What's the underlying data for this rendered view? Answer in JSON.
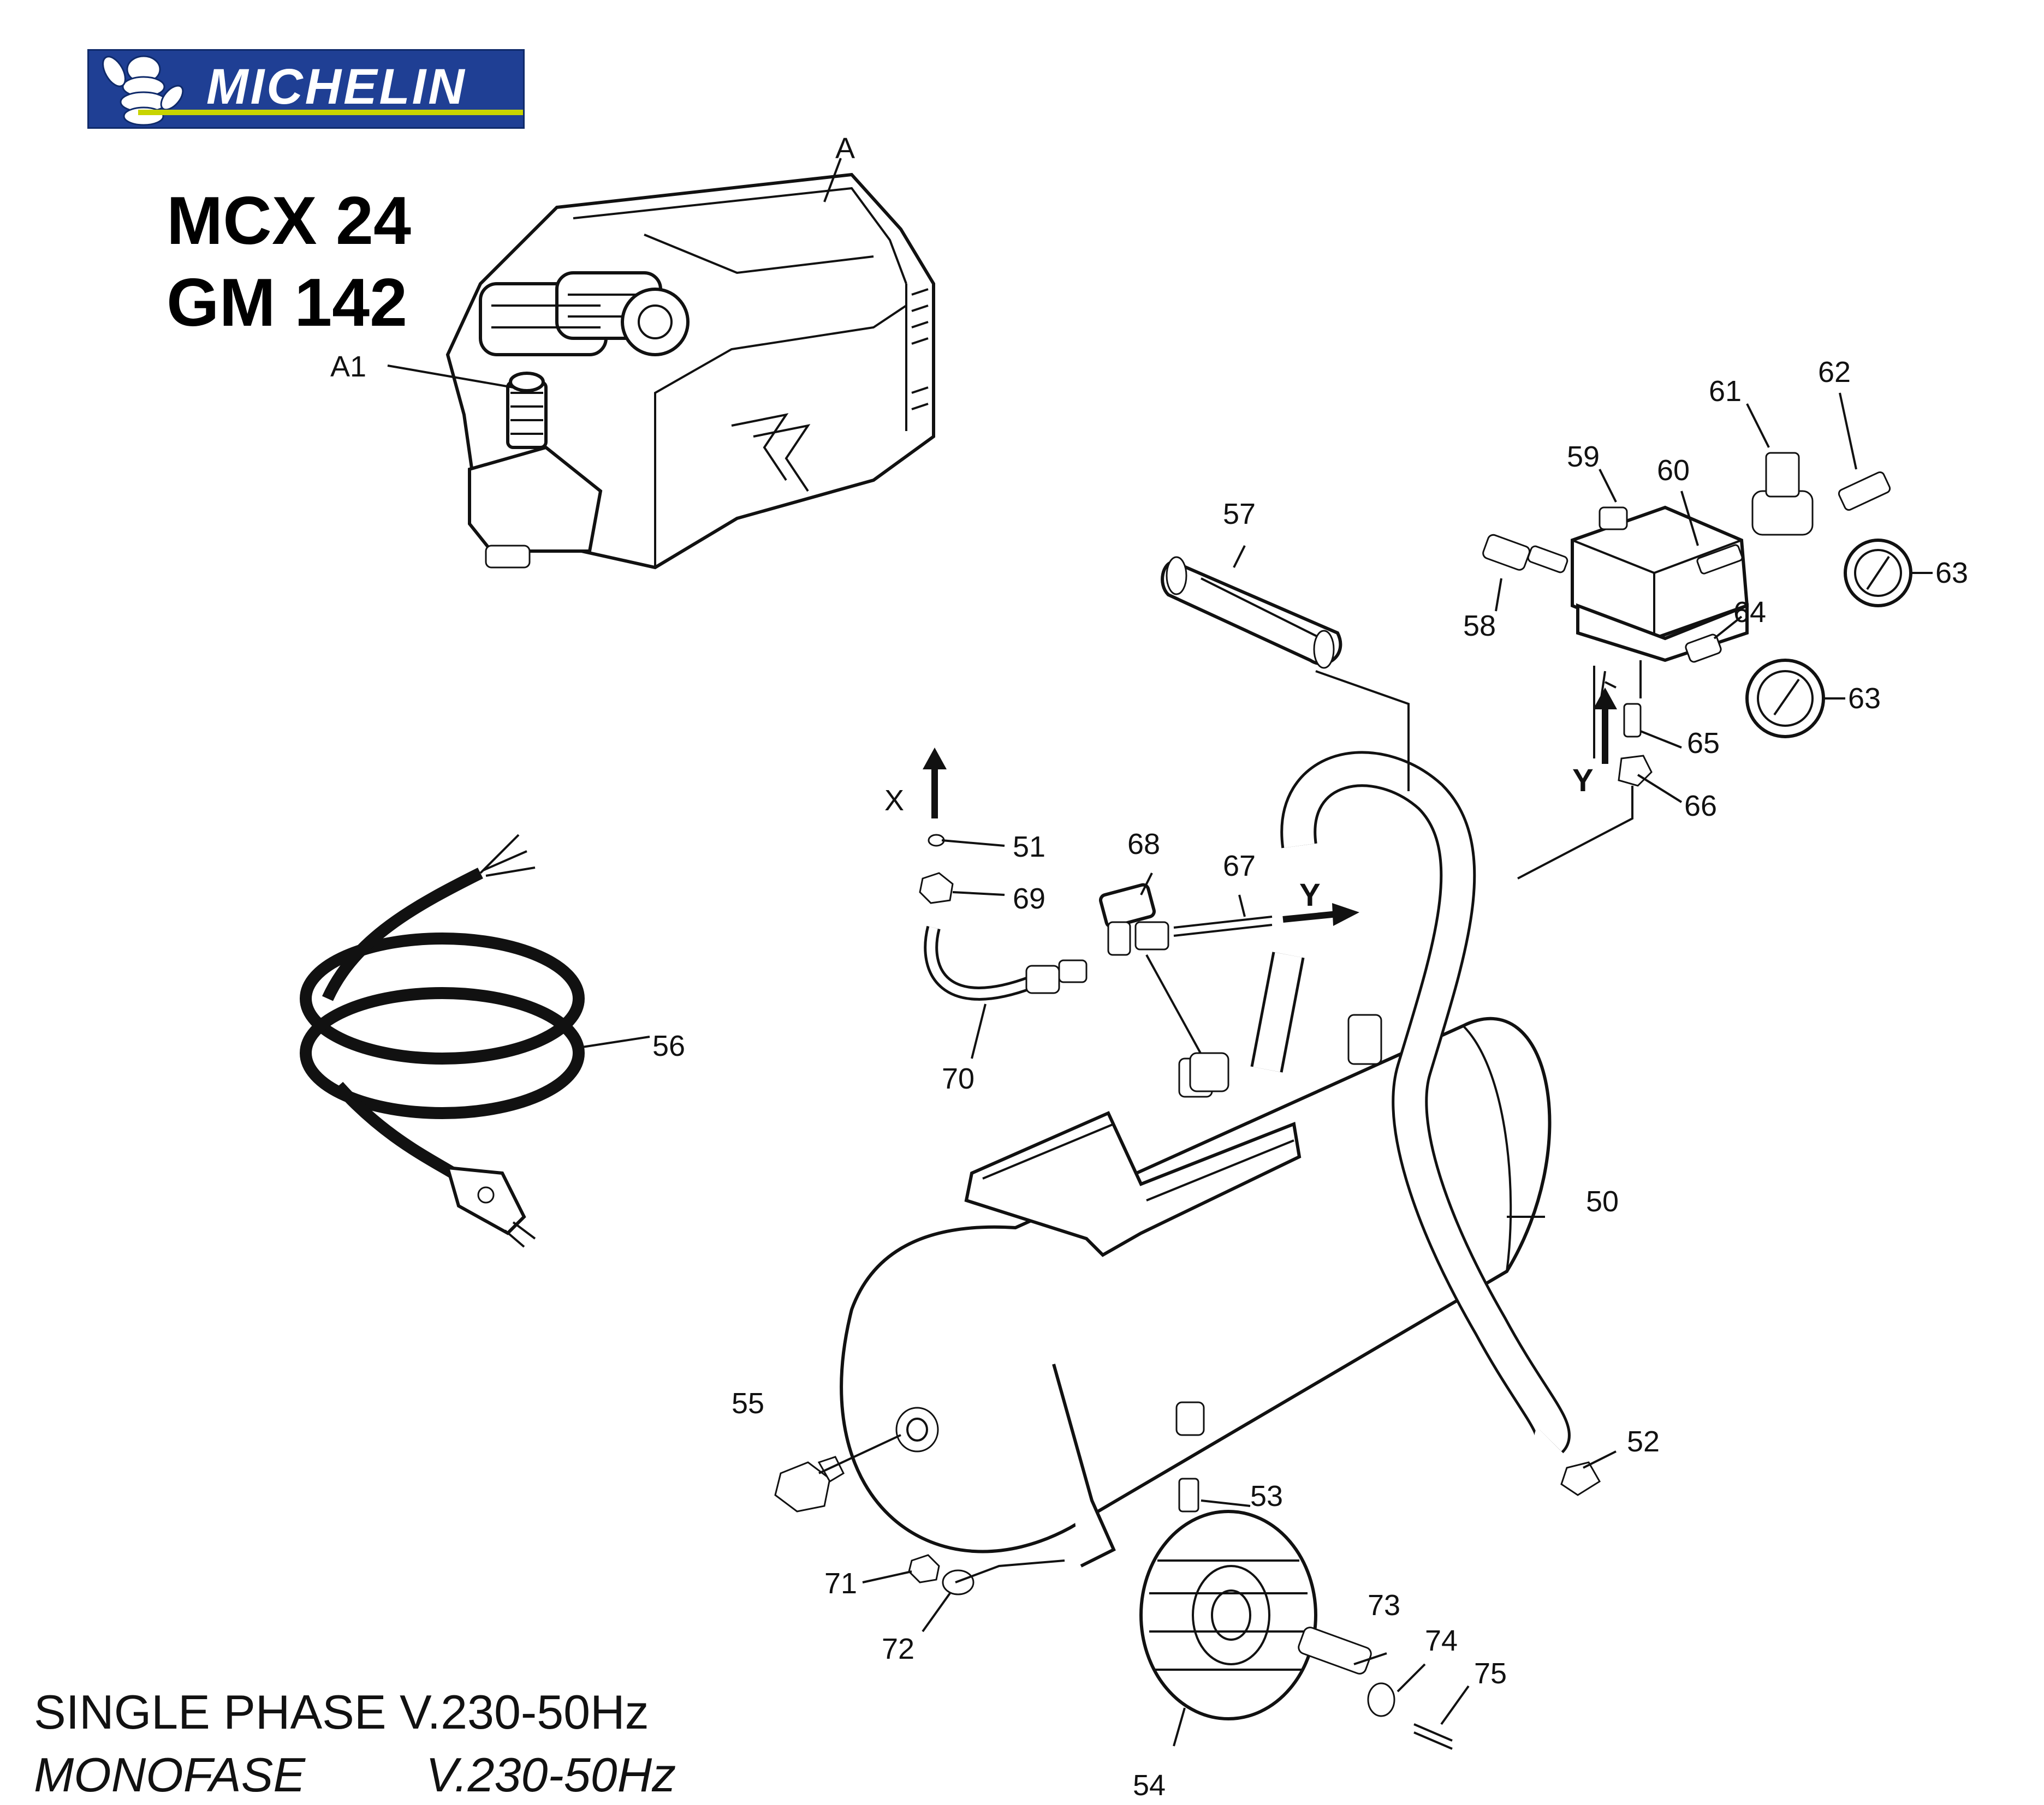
{
  "brand": {
    "wordmark": "MICHELIN",
    "colors": {
      "field": "#1f3f94",
      "stripe": "#c8d400"
    }
  },
  "models": [
    "MCX 24",
    "GM 142"
  ],
  "voltage": {
    "english": "SINGLE  PHASE V.230-50Hz",
    "italian_label": "MONOFASE",
    "italian_value": "V.230-50Hz"
  },
  "flow_markers": {
    "x": "X",
    "y": "Y"
  },
  "callouts": [
    "A",
    "A1",
    "50",
    "51",
    "52",
    "53",
    "54",
    "55",
    "56",
    "57",
    "58",
    "59",
    "60",
    "61",
    "62",
    "63",
    "64",
    "65",
    "66",
    "67",
    "68",
    "69",
    "70",
    "71",
    "72",
    "73",
    "74",
    "75"
  ]
}
